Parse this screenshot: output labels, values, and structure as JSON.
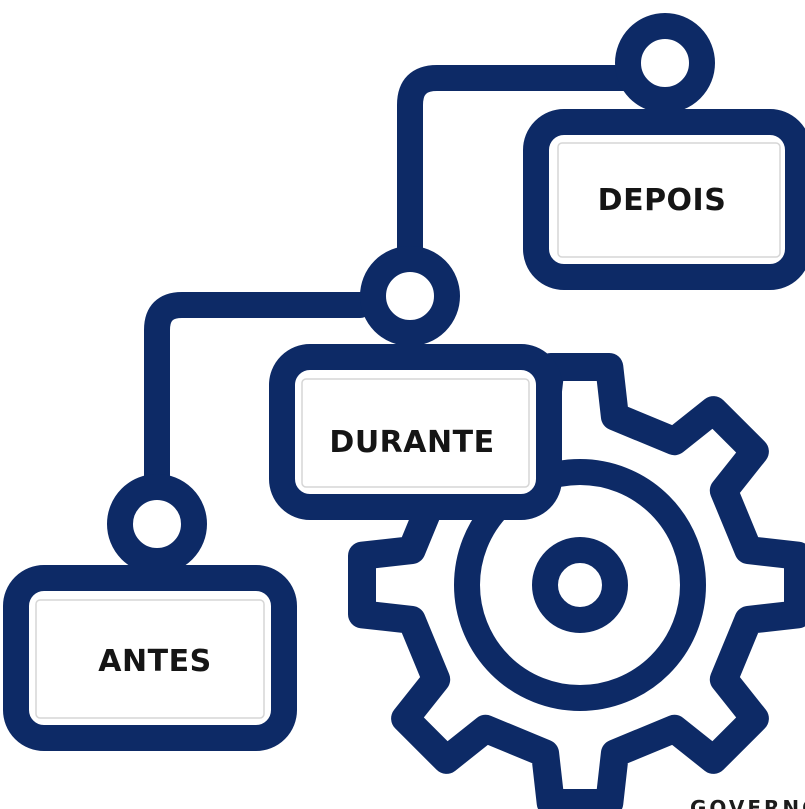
{
  "colors": {
    "stroke": "#0d2a66",
    "background": "#ffffff",
    "text": "#151515"
  },
  "stages": {
    "before": "ANTES",
    "during": "DURANTE",
    "after": "DEPOIS"
  },
  "footer_text": "GOVERNO",
  "icons": [
    "gear-icon",
    "connector-node-icon"
  ]
}
